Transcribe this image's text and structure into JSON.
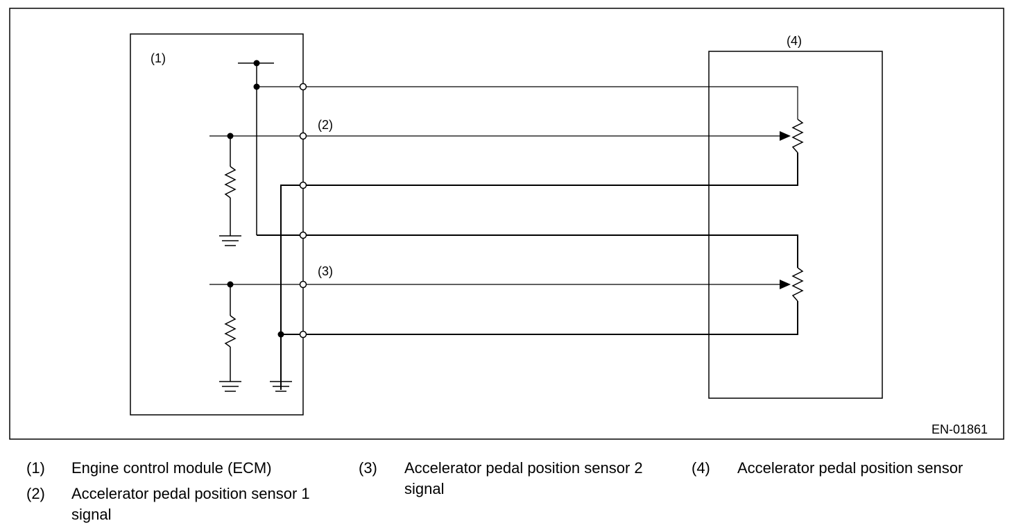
{
  "diagram": {
    "labels": {
      "ecm": "(1)",
      "signal1": "(2)",
      "signal2": "(3)",
      "sensor": "(4)"
    },
    "figure_code": "EN-01861"
  },
  "legend": [
    {
      "num": "(1)",
      "text": "Engine control module (ECM)"
    },
    {
      "num": "(2)",
      "text": "Accelerator pedal position sensor 1 signal"
    },
    {
      "num": "(3)",
      "text": "Accelerator pedal position sensor 2 signal"
    },
    {
      "num": "(4)",
      "text": "Accelerator pedal position sensor"
    }
  ]
}
